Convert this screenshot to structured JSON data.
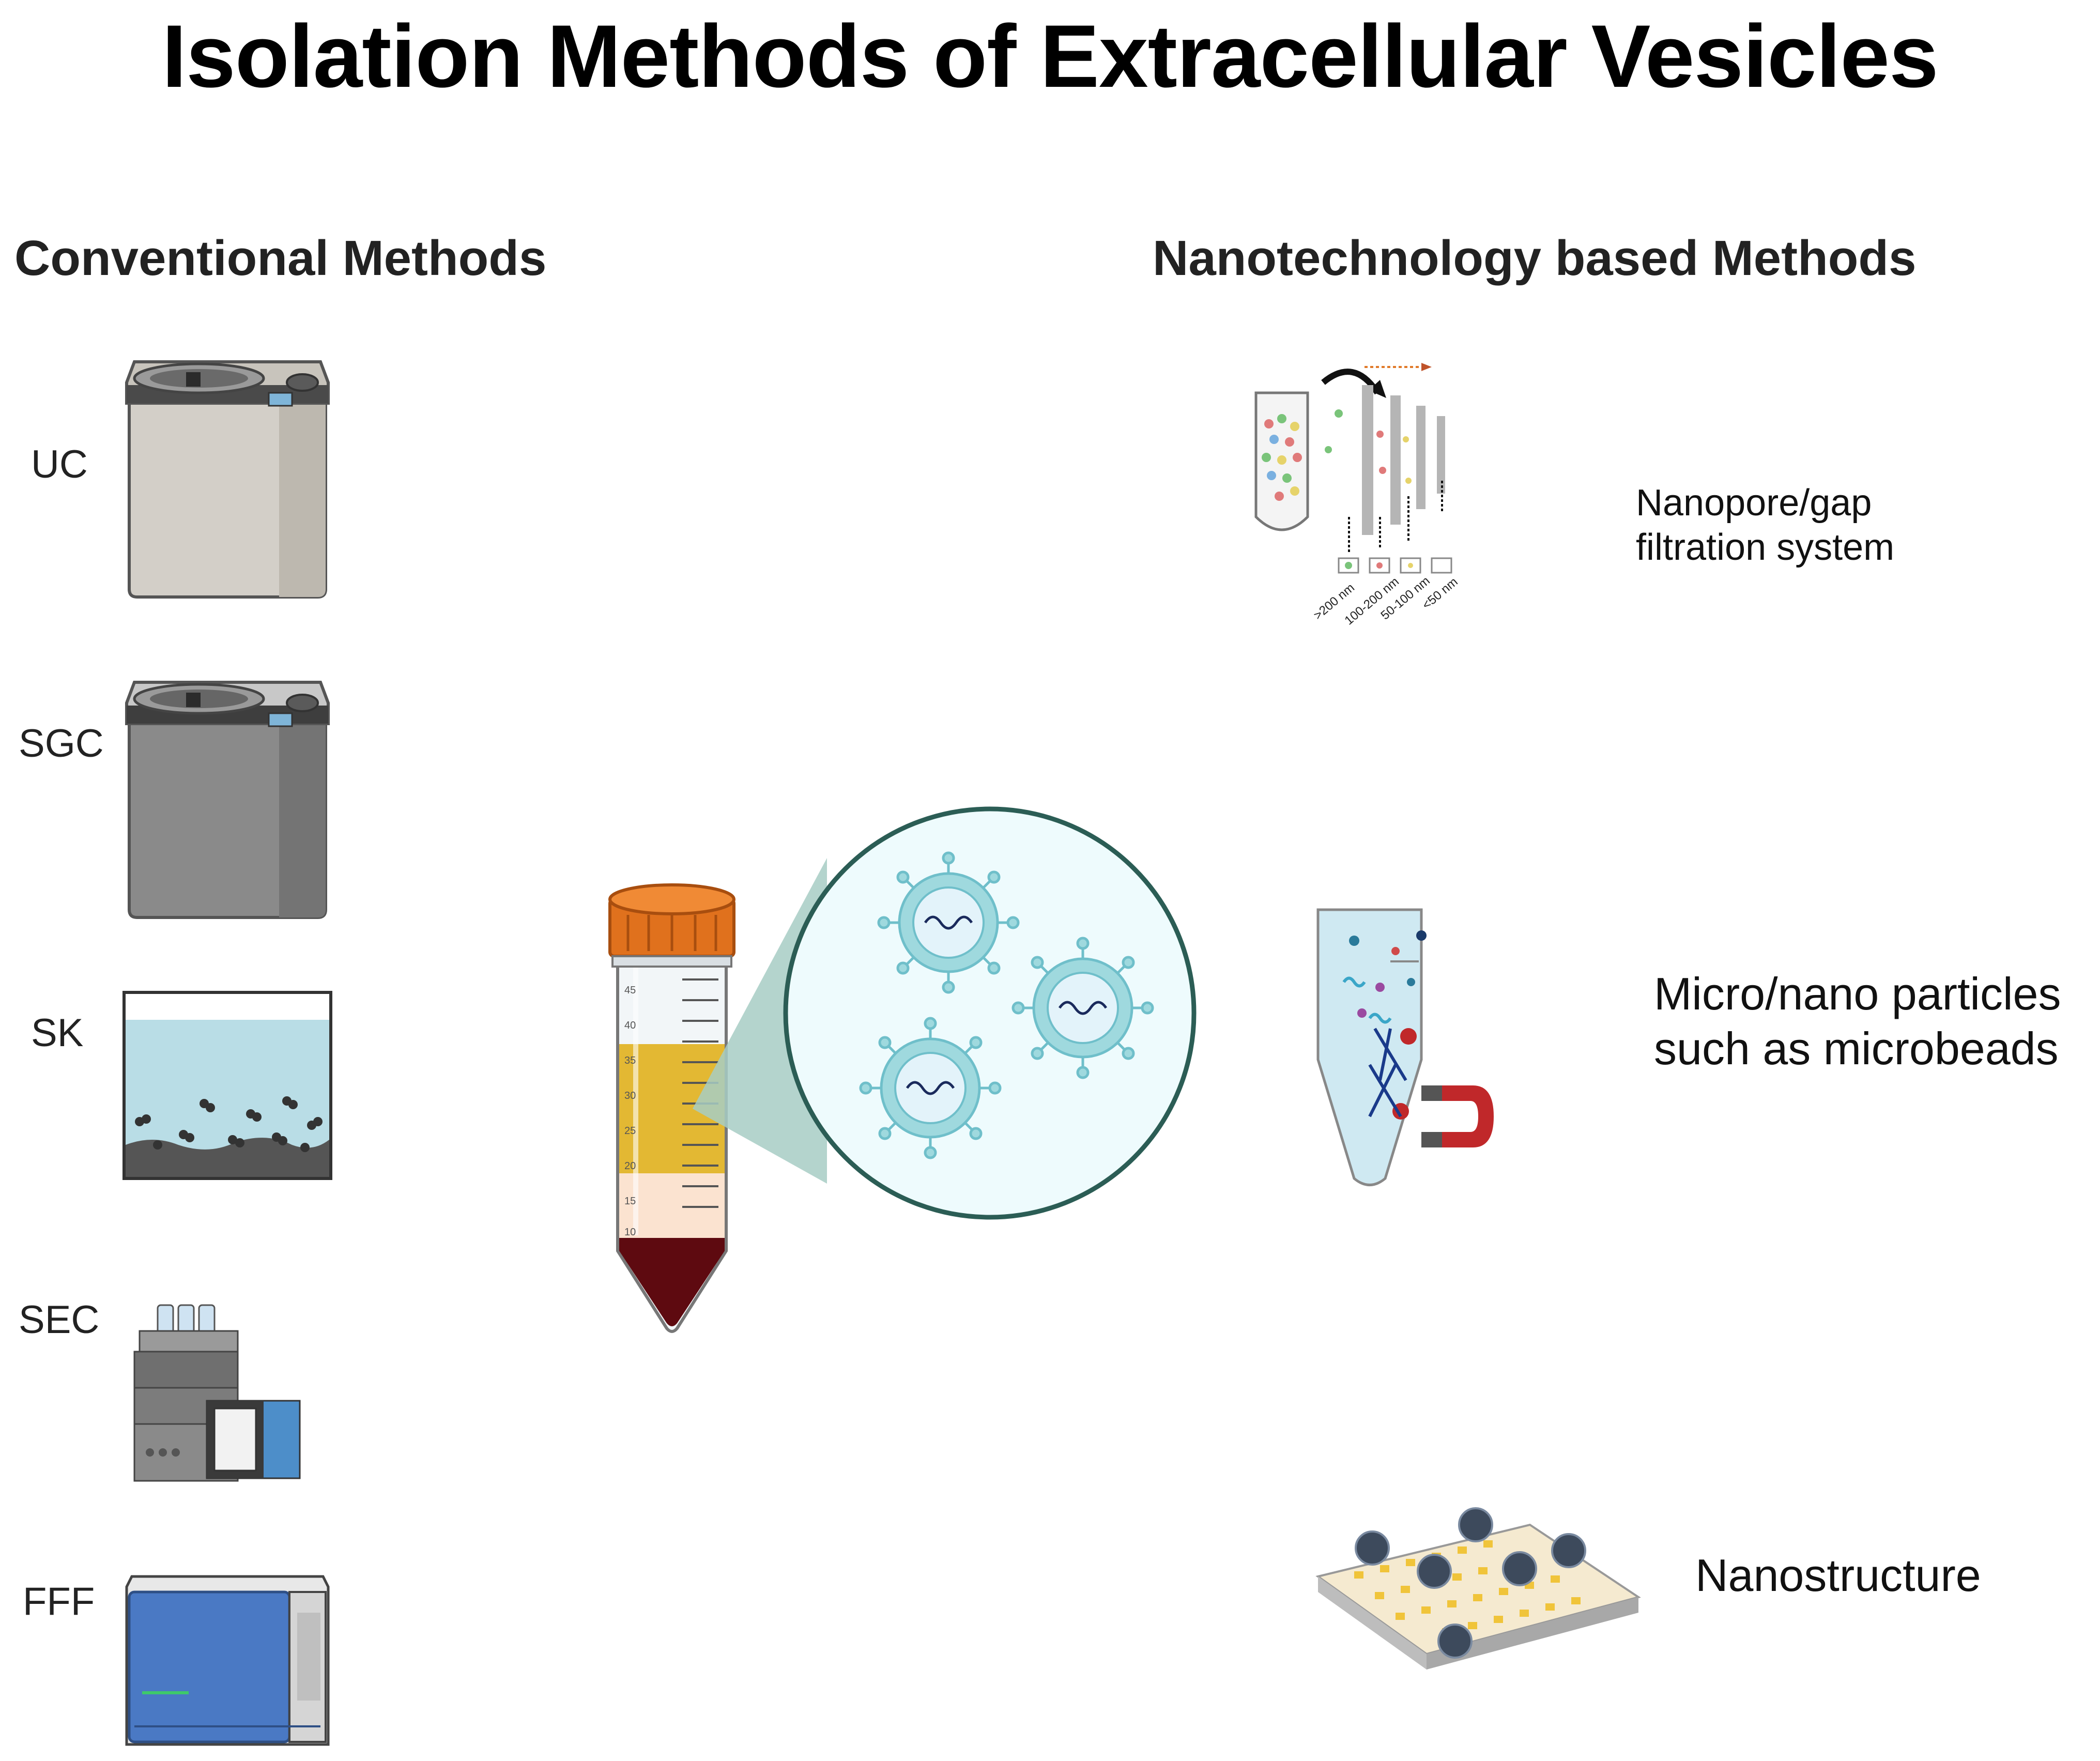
{
  "title": "Isolation Methods of Extracellular Vesicles",
  "conventional": {
    "heading": "Conventional Methods",
    "methods": [
      {
        "label": "UC",
        "icon": "ultracentrifuge-icon"
      },
      {
        "label": "SGC",
        "icon": "centrifuge-gray-icon"
      },
      {
        "label": "SK",
        "icon": "sedimentation-tank-icon"
      },
      {
        "label": "SEC",
        "icon": "chromatography-system-icon"
      },
      {
        "label": "FFF",
        "icon": "fractionation-instrument-icon"
      }
    ]
  },
  "nanotech": {
    "heading": "Nanotechnology based Methods",
    "methods": [
      {
        "label_line1": "Nanopore/gap",
        "label_line2": "filtration system",
        "icon": "nanopore-filtration-icon",
        "filter_sizes": [
          ">200 nm",
          "100-200 nm",
          "50-100 nm",
          "<50 nm"
        ]
      },
      {
        "label_line1": "Micro/nano particles",
        "label_line2": "such as microbeads",
        "icon": "microbead-magnet-icon"
      },
      {
        "label_line1": "Nanostructure",
        "label_line2": "",
        "icon": "nanostructure-surface-icon"
      }
    ]
  },
  "center": {
    "tube_icon": "conical-tube-icon",
    "tube_scale": [
      "45",
      "40",
      "35",
      "30",
      "25",
      "20",
      "15",
      "10"
    ],
    "zoom_icon": "vesicle-zoom-icon",
    "colors": {
      "cap": "#e0711d",
      "plasma": "#e3b833",
      "buffy": "#fbe3d0",
      "blood": "#5e0a10",
      "vesicle": "#9fd9de",
      "zoom_border": "#2b5d55",
      "zoom_fill": "#eefbfd"
    }
  }
}
